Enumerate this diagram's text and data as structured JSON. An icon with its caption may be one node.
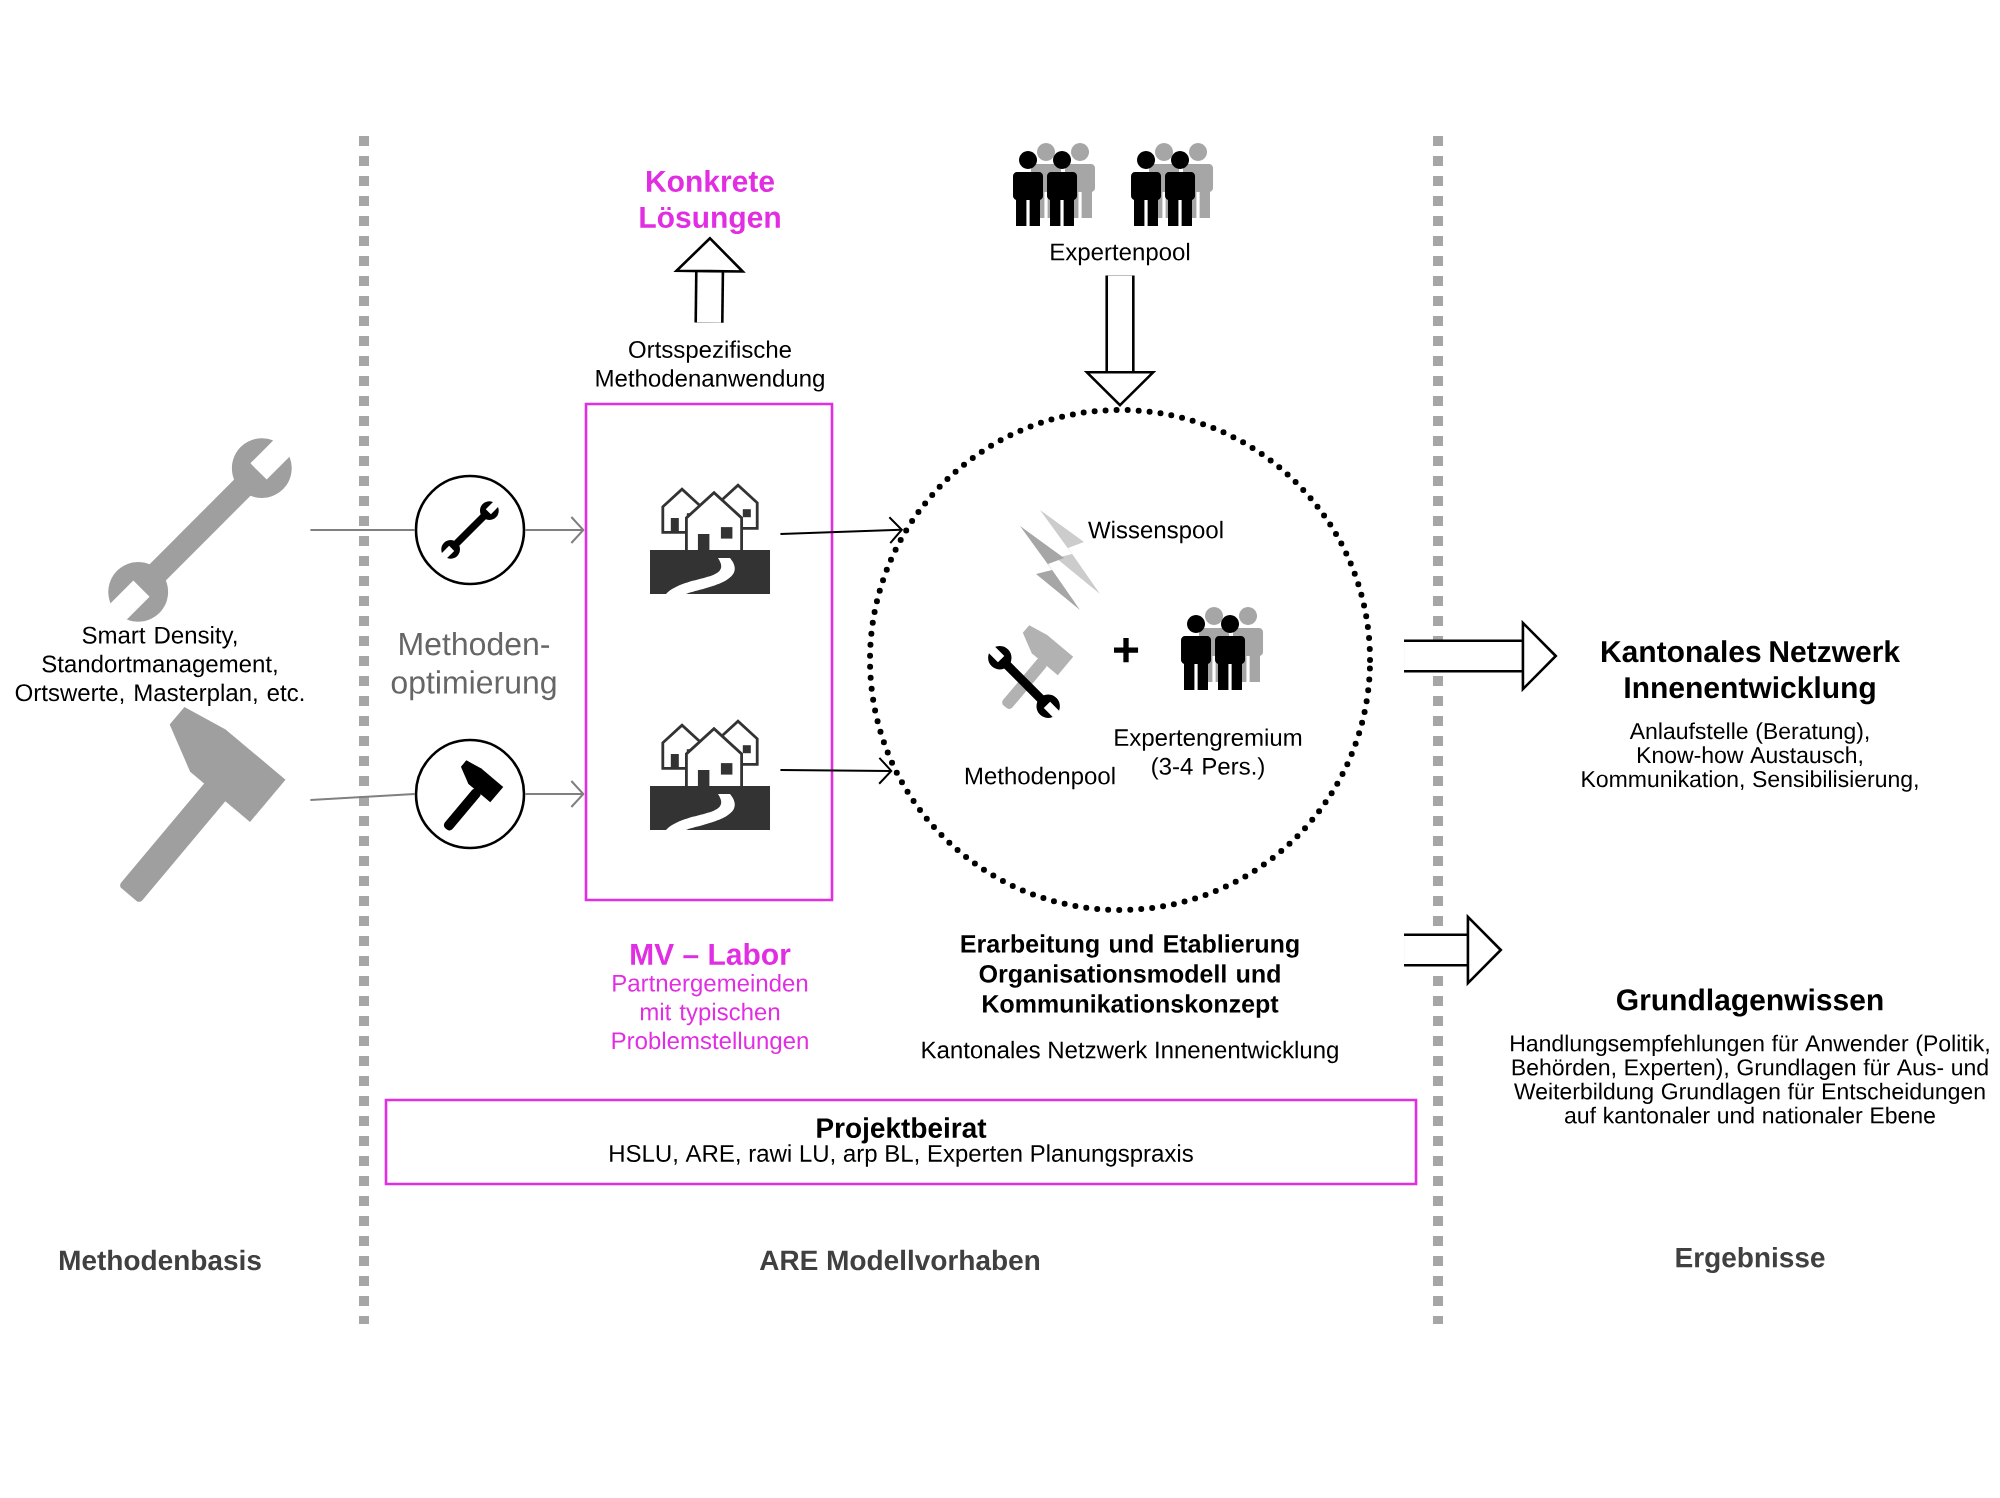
{
  "diagram": {
    "nodes": [
      {
        "text": [],
        "shape": "picture"
      },
      {
        "text": [],
        "shape": "picture"
      },
      {
        "text": [],
        "shape": "circle"
      },
      {
        "text": [],
        "shape": "circle"
      },
      {
        "text": [
          "MV – Labor",
          "Partnergemeinden mit typischen Problemstellungen"
        ],
        "beside": [
          "Ortsspezifische Methodenanwendung"
        ]
      },
      {
        "text": [],
        "shape": "picture",
        "in": 4
      },
      {
        "text": [],
        "shape": "picture",
        "in": 4
      },
      {
        "text": [
          "Konkrete Lösungen"
        ]
      },
      {
        "text": [
          "Expertenpool"
        ]
      },
      {
        "text": [
          "Wissenspool",
          "Methodenpool",
          "Expertengremium (3-4 Pers.)"
        ]
      },
      {
        "text": [
          "Kantonales Netzwerk Innenentwicklung",
          "Anlaufstelle (Beratung), Know-how Austausch, Kommunikation, Sensibilisierung,"
        ]
      },
      {
        "text": [
          "Grundlagenwissen",
          "Handlungsempfehlungen für Anwender (Politik, Behörden, Experten), Grundlagen für Aus- und Weiterbildung Grundlagen für Entscheidungen auf kantonaler und nationaler Ebene"
        ]
      },
      {
        "text": [
          "Projektbeirat",
          "HSLU, ARE, rawi LU, arp BL, Experten Planungspraxis"
        ]
      }
    ],
    "edges": [
      {
        "from": 0,
        "to": 2,
        "arrow": "none",
        "color": "#808080"
      },
      {
        "from": 2,
        "to": 4,
        "arrow": "to",
        "color": "#808080"
      },
      {
        "from": 1,
        "to": 3,
        "arrow": "none",
        "color": "#808080"
      },
      {
        "from": 3,
        "to": 4,
        "arrow": "to",
        "color": "#808080"
      },
      {
        "from": 5,
        "to": 9,
        "arrow": "to"
      },
      {
        "from": 6,
        "to": 9,
        "arrow": "to"
      },
      {
        "from": 4,
        "to": 7,
        "arrow": "to",
        "style": "thick"
      },
      {
        "from": 8,
        "to": 9,
        "arrow": "to",
        "style": "thick"
      },
      {
        "from": null,
        "to": 10,
        "arrow": "to",
        "style": "thick"
      },
      {
        "from": null,
        "to": 11,
        "arrow": "to",
        "style": "thick"
      }
    ],
    "labels": [
      "Smart Density, Standortmanagement, Ortswerte, Masterplan, etc.",
      "Methoden- optimierung",
      "+",
      "Erarbeitung und Etablierung Organisationsmodell und Kommunikationskonzept",
      "Kantonales Netzwerk Innenentwicklung",
      "Methodenbasis",
      "ARE Modellvorhaben",
      "Ergebnisse"
    ]
  }
}
